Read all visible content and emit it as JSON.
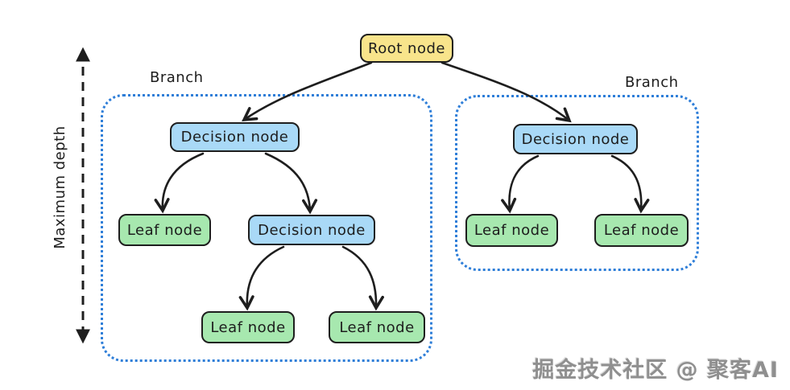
{
  "diagram": {
    "root": {
      "label": "Root node"
    },
    "branches": {
      "left": {
        "label": "Branch",
        "decision_top": {
          "label": "Decision node"
        },
        "leaf_mid": {
          "label": "Leaf node"
        },
        "decision_mid": {
          "label": "Decision node"
        },
        "leaf_bottom_left": {
          "label": "Leaf node"
        },
        "leaf_bottom_right": {
          "label": "Leaf node"
        }
      },
      "right": {
        "label": "Branch",
        "decision": {
          "label": "Decision node"
        },
        "leaf_left": {
          "label": "Leaf node"
        },
        "leaf_right": {
          "label": "Leaf node"
        }
      }
    },
    "depth_axis": {
      "label": "Maximum depth"
    },
    "watermark": {
      "text": "掘金技术社区 @ 聚客AI"
    },
    "colors": {
      "background": "#ffffff",
      "root_fill": "#f8e48b",
      "decision_fill": "#a9d9f7",
      "leaf_fill": "#a7e8af",
      "node_border": "#1e1e1e",
      "branch_border": "#2e7ed8",
      "arrow": "#1e1e1e",
      "watermark_gray": "#8f8f8f"
    }
  }
}
